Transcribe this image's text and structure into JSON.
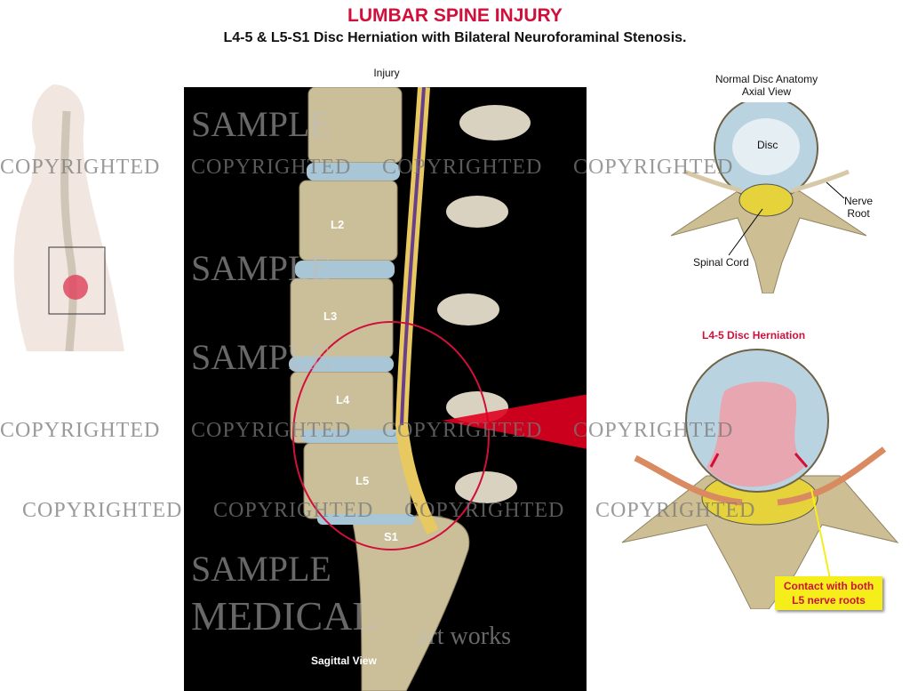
{
  "header": {
    "title": "LUMBAR SPINE INJURY",
    "subtitle": "L4-5 & L5-S1 Disc Herniation with Bilateral Neuroforaminal Stenosis."
  },
  "sagittal": {
    "heading": "Injury",
    "levels": [
      "L2",
      "L3",
      "L4",
      "L5",
      "S1"
    ],
    "view_label": "Sagittal View"
  },
  "normal_axial": {
    "heading_line1": "Normal Disc Anatomy",
    "heading_line2": "Axial View",
    "disc_label": "Disc",
    "nerve_label_line1": "Nerve",
    "nerve_label_line2": "Root",
    "cord_label": "Spinal Cord"
  },
  "herniation_axial": {
    "heading": "L4-5 Disc Herniation",
    "callout_line1": "Contact with both",
    "callout_line2": "L5 nerve roots"
  },
  "watermarks": {
    "sample": "SAMPLE",
    "copyrighted": "COPYRIGHTED",
    "brand_line1": "MEDICAL",
    "brand_line2": "art works"
  },
  "colors": {
    "accent_red": "#d0103a",
    "callout_yellow": "#f5ee1a",
    "bone": "#cdbf93",
    "disc": "#b9d3e0"
  }
}
